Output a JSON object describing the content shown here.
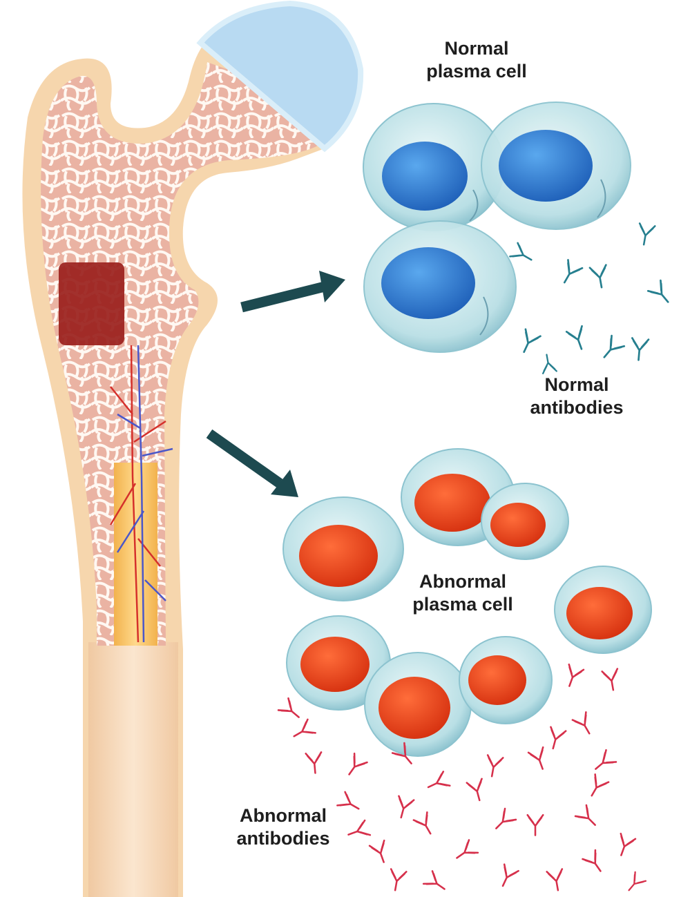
{
  "labels": {
    "normal_cell": [
      "Normal",
      "plasma cell"
    ],
    "normal_antibodies": [
      "Normal",
      "antibodies"
    ],
    "abnormal_cell": [
      "Abnormal",
      "plasma cell"
    ],
    "abnormal_antibodies": [
      "Abnormal",
      "antibodies"
    ]
  },
  "colors": {
    "bone_outer": "#f6d6ad",
    "bone_shaft": "#f7dcc0",
    "spongy_bone": "#eab3a3",
    "cartilage_head": "#b8daf2",
    "marrow_tumor": "#9a1f1c",
    "arrow": "#1d4a50",
    "cell_membrane": "#b7dde4",
    "normal_nucleus": "#2f7fd6",
    "abnormal_nucleus": "#e8431f",
    "normal_antibody": "#267f8f",
    "abnormal_antibody": "#d6304b"
  },
  "icons": {
    "normal_antibody": "y-shaped-antibody-icon",
    "abnormal_antibody": "y-shaped-antibody-icon"
  }
}
